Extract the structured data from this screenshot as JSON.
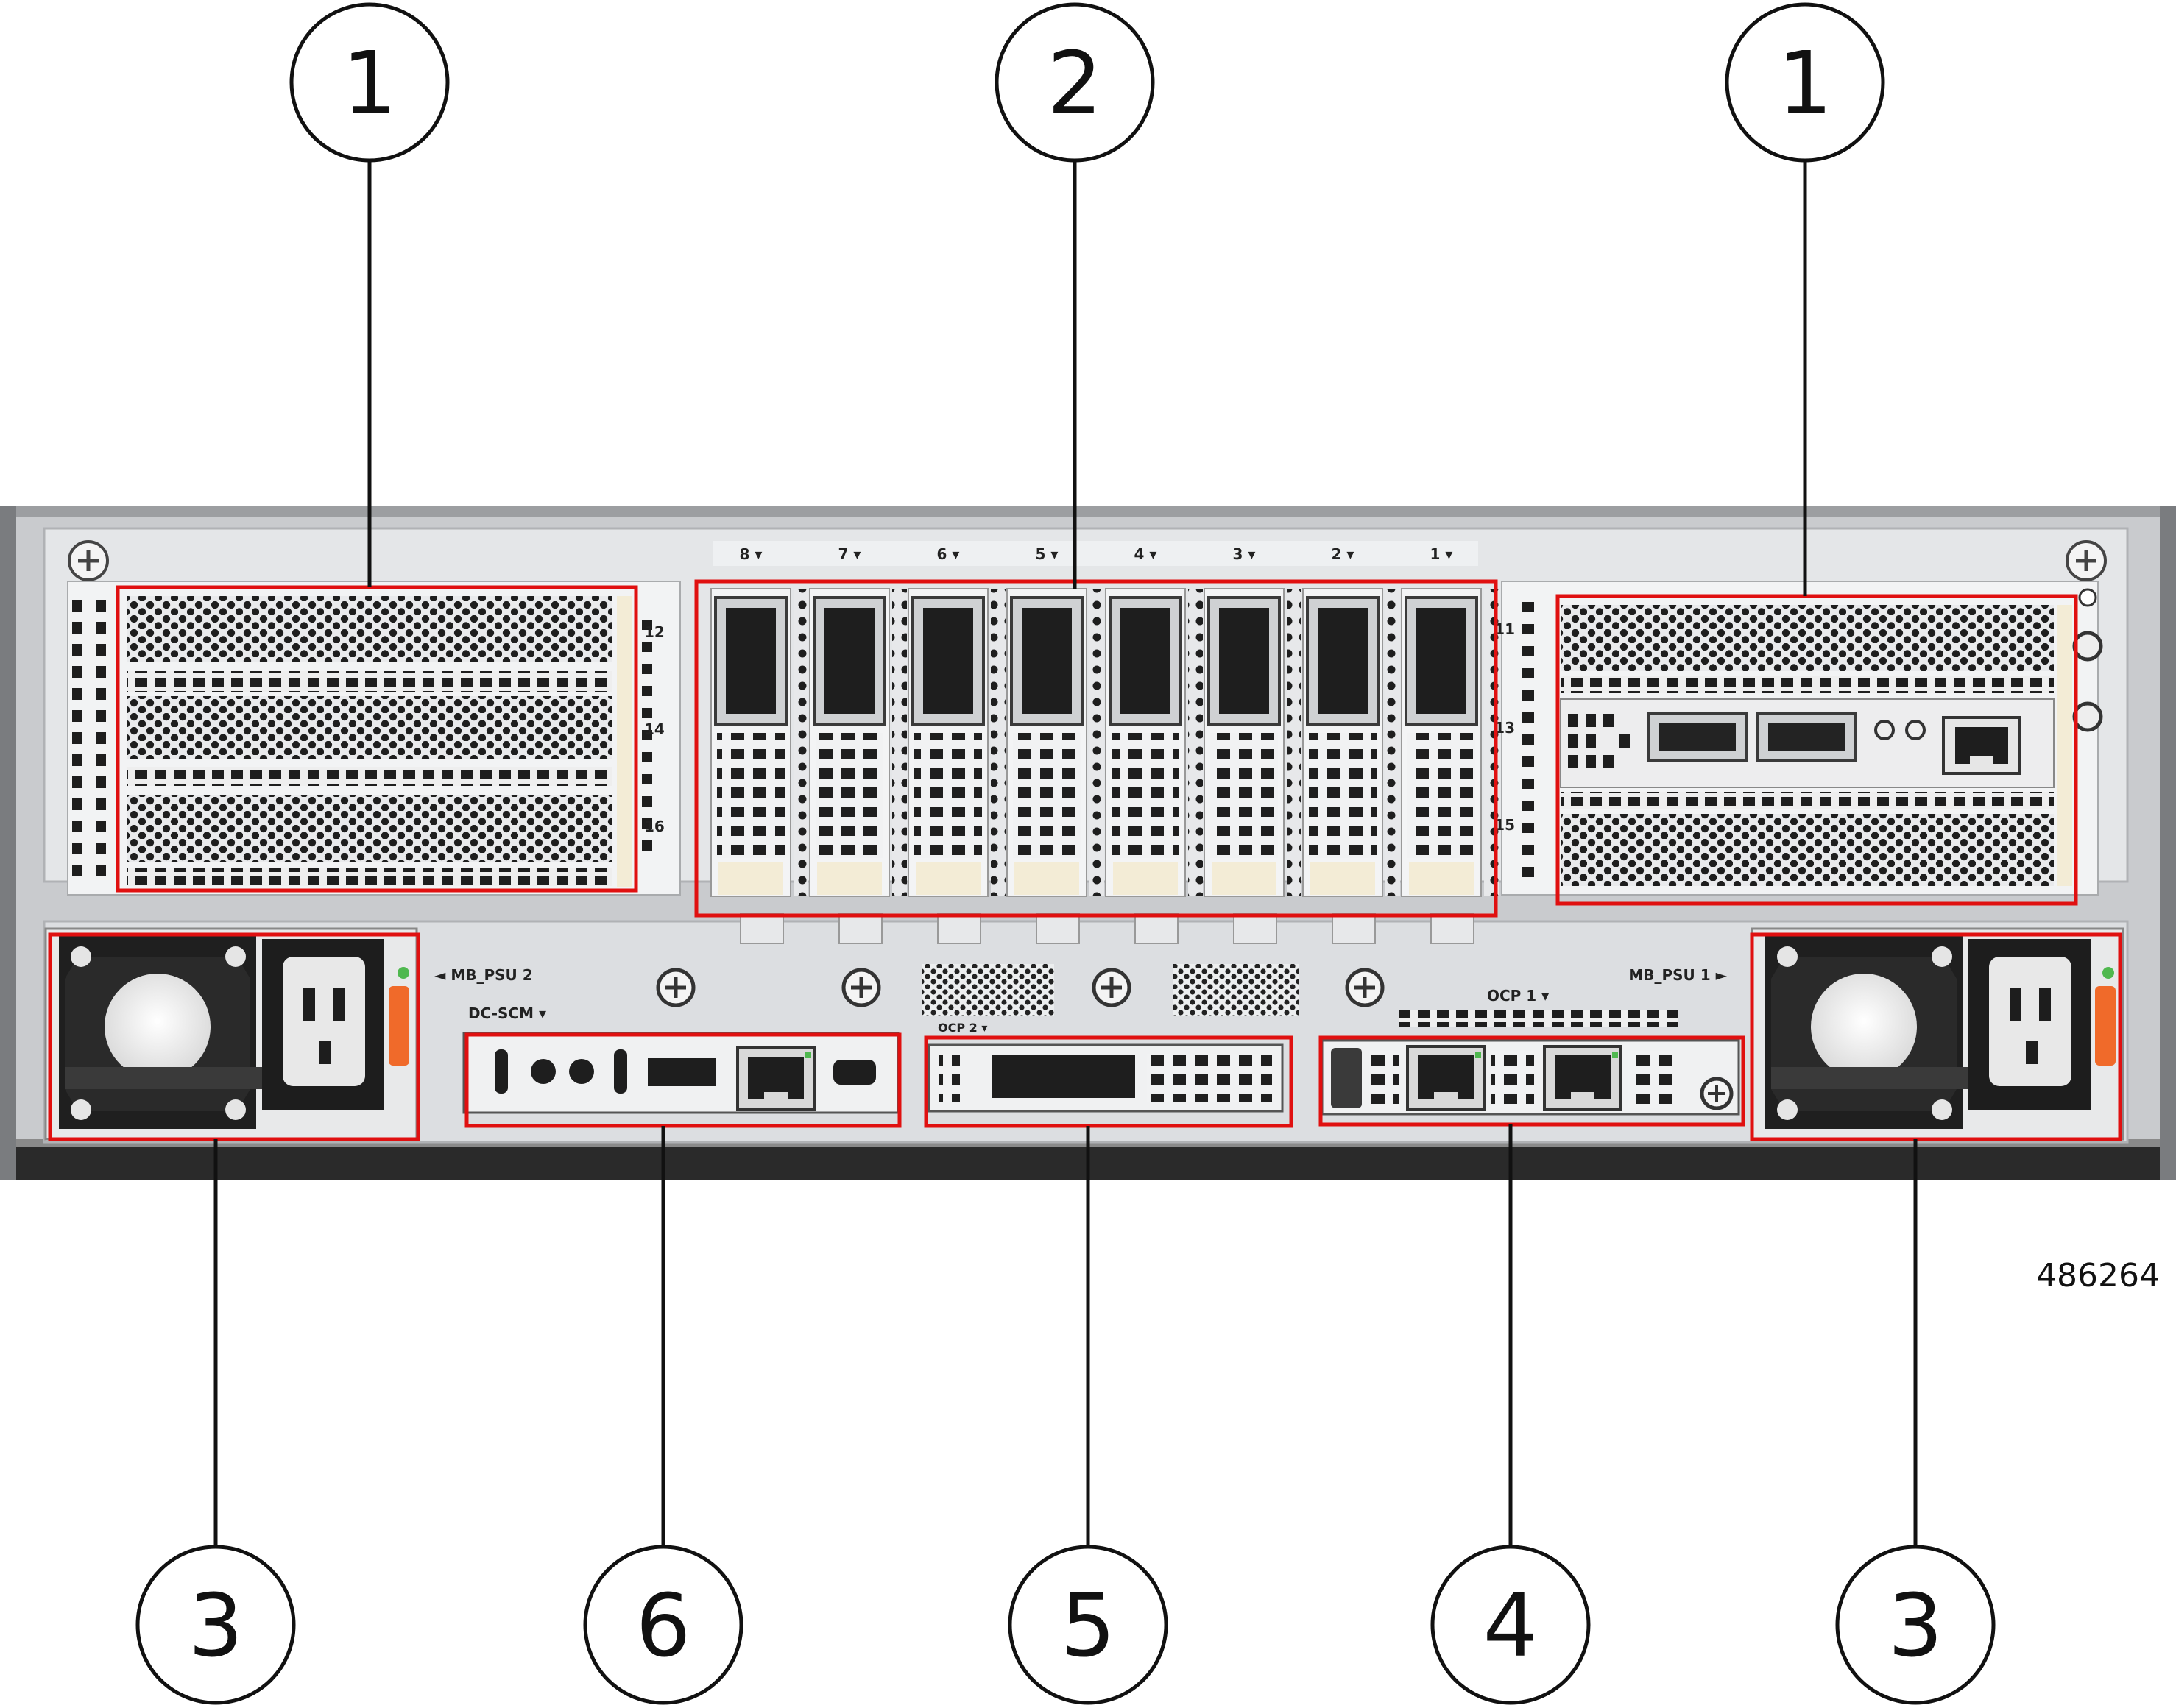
{
  "figure_id": "486264",
  "callouts": [
    {
      "key": "pcie-riser-left",
      "number": "1"
    },
    {
      "key": "pcie-gpu-slots",
      "number": "2"
    },
    {
      "key": "pcie-riser-right",
      "number": "1"
    },
    {
      "key": "psu-left",
      "number": "3"
    },
    {
      "key": "dc-scm",
      "number": "6"
    },
    {
      "key": "ocp-2",
      "number": "5"
    },
    {
      "key": "ocp-1",
      "number": "4"
    },
    {
      "key": "psu-right",
      "number": "3"
    }
  ],
  "slot_labels": {
    "gpu": [
      "8",
      "7",
      "6",
      "5",
      "4",
      "3",
      "2",
      "1"
    ],
    "left": [
      "12",
      "14",
      "16"
    ],
    "right": [
      "11",
      "13",
      "15"
    ]
  },
  "port_labels": {
    "psu2": "MB_PSU 2",
    "psu1": "MB_PSU 1",
    "dcscm": "DC-SCM",
    "ocp2": "OCP 2",
    "ocp1": "OCP 1"
  },
  "colors": {
    "highlight": "#e01010",
    "chassis": "#d4d6d9",
    "panel": "#eef0f2",
    "dark": "#1d1d1d",
    "accent_orange": "#f06a2a",
    "led_green": "#4fb84f"
  }
}
